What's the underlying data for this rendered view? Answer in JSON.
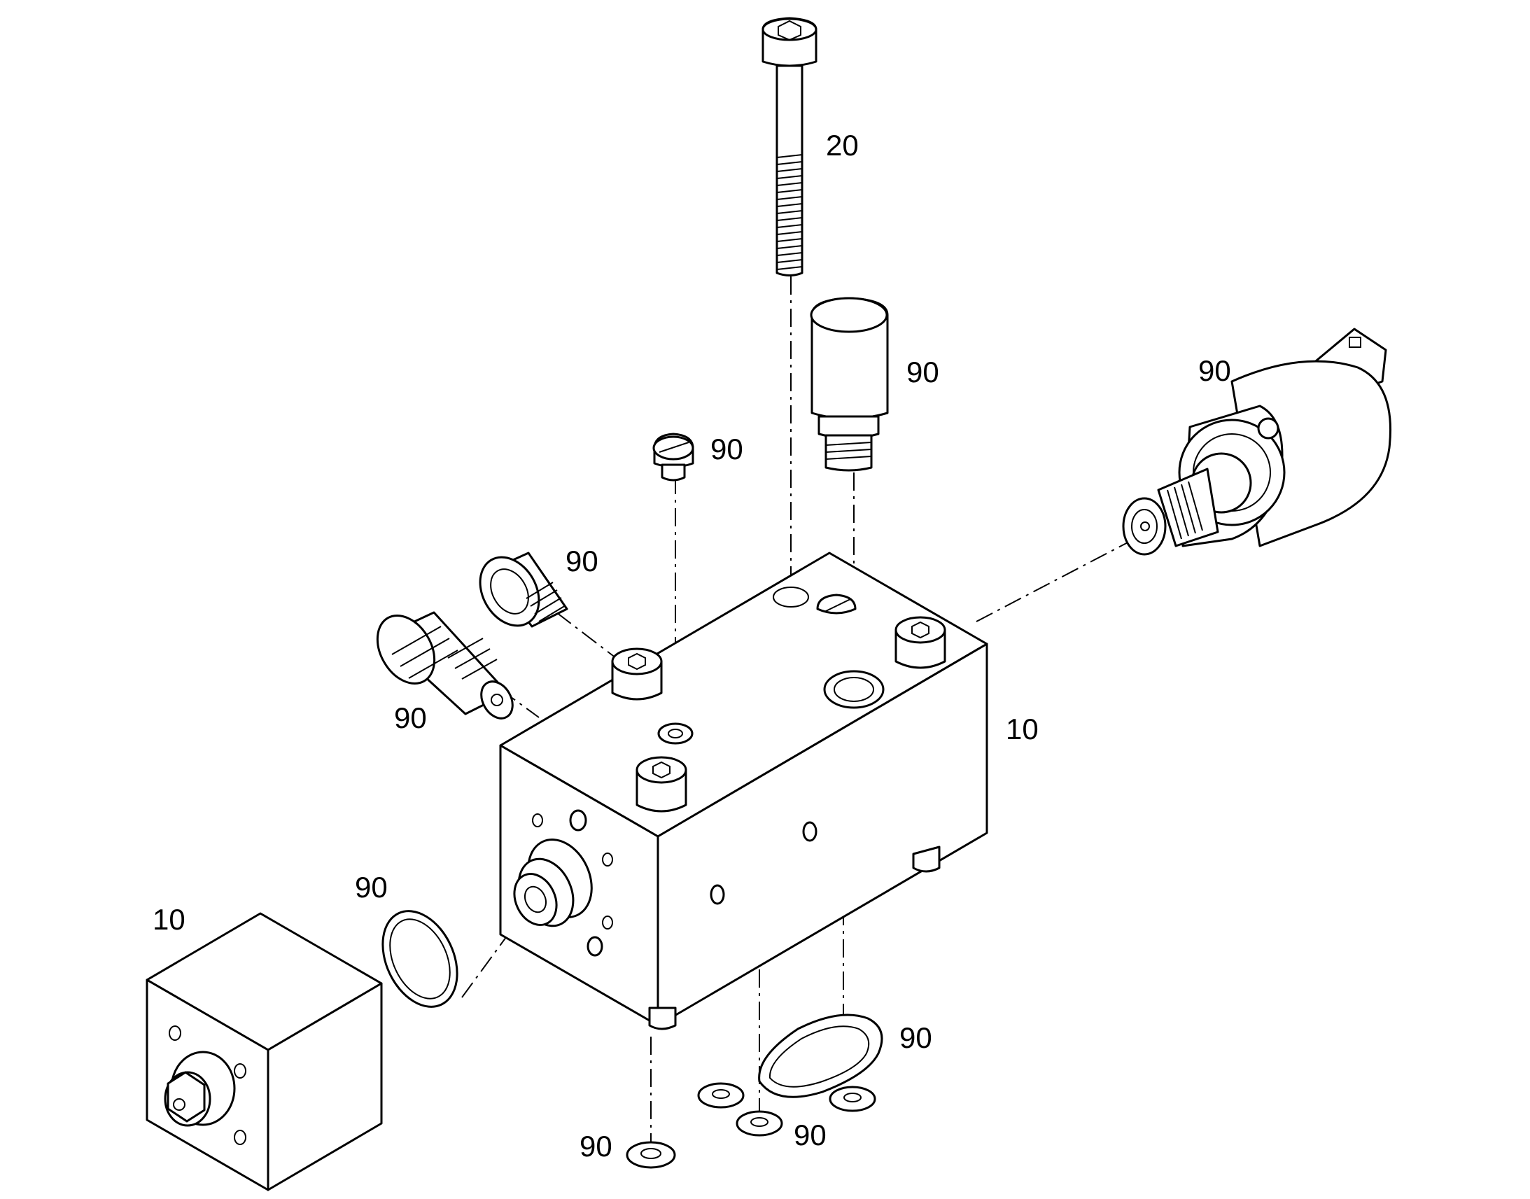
{
  "diagram": {
    "callouts": [
      {
        "id": "bolt",
        "label": "20"
      },
      {
        "id": "pressure-switch",
        "label": "90"
      },
      {
        "id": "solenoid-valve",
        "label": "90"
      },
      {
        "id": "slotted-plug",
        "label": "90"
      },
      {
        "id": "check-valve",
        "label": "90"
      },
      {
        "id": "cartridge-valve",
        "label": "90"
      },
      {
        "id": "valve-block-main",
        "label": "10"
      },
      {
        "id": "valve-block-cover",
        "label": "10"
      },
      {
        "id": "o-ring",
        "label": "90"
      },
      {
        "id": "oval-seal",
        "label": "90"
      },
      {
        "id": "seal-ring-left",
        "label": "90"
      },
      {
        "id": "seal-rings-group",
        "label": "90"
      }
    ]
  }
}
